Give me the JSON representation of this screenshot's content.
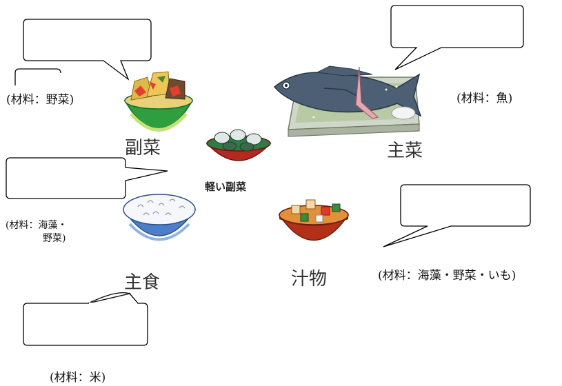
{
  "categories": {
    "fukusai": "副菜",
    "shusai": "主菜",
    "karui_fukusai": "軽い副菜",
    "shushoku": "主食",
    "shirumono": "汁物"
  },
  "materials": {
    "fukusai": "(材料：野菜)",
    "shusai": "(材料：魚)",
    "karui_fukusai_line1": "(材料：海藻・",
    "karui_fukusai_line2": "野菜)",
    "shirumono": "(材料：海藻・野菜・いも)",
    "shushoku": "(材料：米)"
  },
  "icons": {
    "fukusai": "simmered-vegetables-bowl-icon",
    "shusai": "grilled-fish-plate-icon",
    "karui_fukusai": "seaweed-salad-bowl-icon",
    "shushoku": "rice-bowl-icon",
    "shirumono": "miso-soup-bowl-icon"
  }
}
